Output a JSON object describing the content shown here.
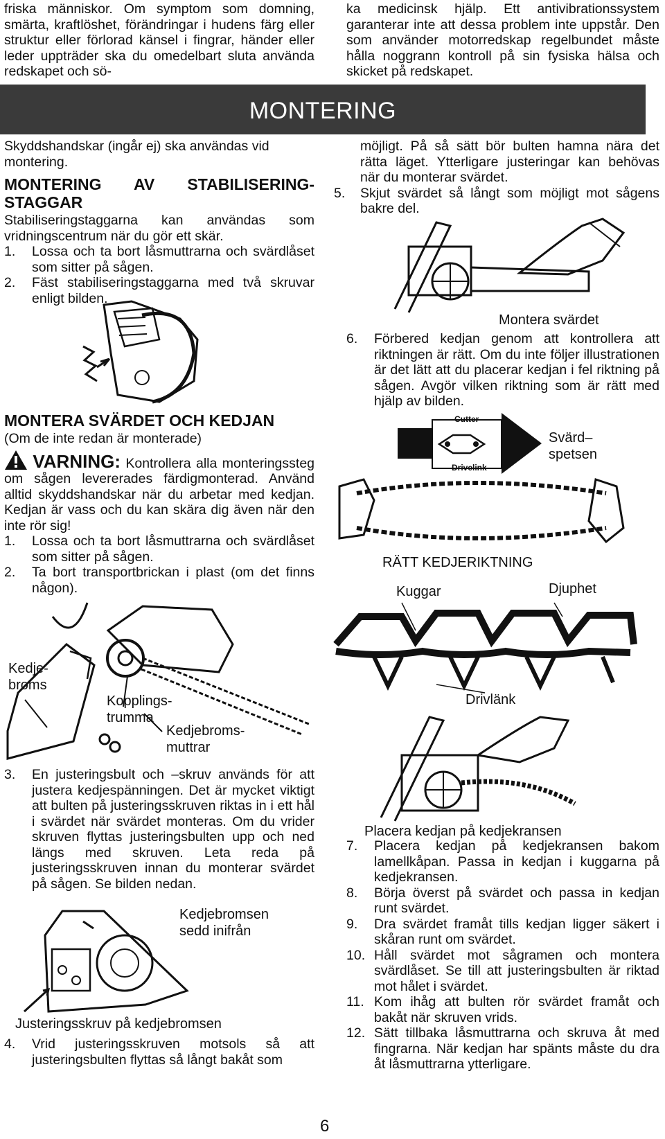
{
  "top": {
    "left_text": "friska människor. Om symptom som domning, smärta, kraftlöshet, förändringar i hudens färg eller struktur eller förlorad känsel i fingrar, händer eller leder uppträder ska du omedelbart sluta använda redskapet och sö-",
    "right_text": "ka medicinsk hjälp. Ett antivibrationssystem garanterar inte att dessa problem inte uppstår. Den som använder motorredskap regelbundet måste hålla noggrann kontroll på sin fysiska hälsa och skicket på redskapet."
  },
  "banner": {
    "title": "MONTERING"
  },
  "left": {
    "gloves_note": "Skyddshandskar (ingår ej) ska användas vid montering.",
    "stab_heading": "MONTERING AV STABILISERING- STAGGAR",
    "stab_intro": "Stabiliseringstaggarna kan användas som vridningscentrum när du gör ett skär.",
    "stab_steps": [
      {
        "n": "1.",
        "t": "Lossa och ta bort låsmuttrarna och svärdlåset som sitter på sågen."
      },
      {
        "n": "2.",
        "t": "Fäst stabiliseringstaggarna med två skruvar enligt bilden."
      }
    ],
    "bar_heading": "MONTERA SVÄRDET OCH KEDJAN",
    "bar_sub": "(Om de inte redan är monterade)",
    "warning_word": "VARNING:",
    "warning_text": "Kontrollera alla monteringssteg om sågen levererades färdigmonterad. Använd alltid skyddshandskar när du arbetar med kedjan. Kedjan är vass och du kan skära dig även när den inte rör sig!",
    "bar_steps": [
      {
        "n": "1.",
        "t": "Lossa och ta bort låsmuttrarna och svärdlåset som sitter på sågen."
      },
      {
        "n": "2.",
        "t": "Ta bort transportbrickan i plast (om det finns någon)."
      }
    ],
    "fig_labels": {
      "kedjebroms": "Kedje- broms",
      "kopplings": "Kopplings- trumma",
      "muttrar": "Kedjebroms- muttrar"
    },
    "step3": {
      "n": "3.",
      "t": "En justeringsbult och –skruv används för att justera kedjespänningen. Det är mycket viktigt att bulten på justeringsskruven riktas in i ett hål i svärdet när svärdet monteras. Om du vrider skruven flyttas justeringsbulten upp och ned längs med skruven. Leta reda på justeringsskruven innan du monterar svärdet på sågen. Se bilden nedan."
    },
    "brake_label": "Kedjebromsen sedd inifrån",
    "screw_caption": "Justeringsskruv på kedjebromsen",
    "step4": {
      "n": "4.",
      "t": "Vrid justeringsskruven motsols så att justeringsbulten flyttas så långt bakåt som"
    }
  },
  "right": {
    "cont_text": "möjligt. På så sätt bör bulten hamna nära det rätta läget. Ytterligare justeringar kan behövas när du monterar svärdet.",
    "step5": {
      "n": "5.",
      "t": "Skjut svärdet så långt som möjligt mot sågens bakre del."
    },
    "fig1_caption": "Montera svärdet",
    "step6": {
      "n": "6.",
      "t": "Förbered kedjan genom att kontrollera att riktningen är rätt. Om du inte följer illustrationen är det lätt att du placerar kedjan i fel riktning på sågen. Avgör vilken riktning som är rätt med hjälp av bilden."
    },
    "cutter_label": "Cutter",
    "drivelink_label": "Drivelink",
    "tip_label": "Svärd– spetsen",
    "direction_caption": "RÄTT KEDJERIKTNING",
    "kuggar_label": "Kuggar",
    "djuphet_label": "Djuphet",
    "drivlank_label": "Drivlänk",
    "fig_place_caption": "Placera kedjan på kedjekransen",
    "steps": [
      {
        "n": "7.",
        "t": "Placera kedjan på kedjekransen bakom lamellkåpan. Passa in kedjan i kuggarna på kedjekransen."
      },
      {
        "n": "8.",
        "t": "Börja överst på svärdet och passa in kedjan runt svärdet."
      },
      {
        "n": "9.",
        "t": "Dra svärdet framåt tills kedjan ligger säkert i skåran runt om svärdet."
      },
      {
        "n": "10.",
        "t": "Håll svärdet mot sågramen och montera svärdlåset. Se till att justeringsbulten är riktad mot hålet i svärdet."
      },
      {
        "n": "11.",
        "t": "Kom ihåg att bulten rör svärdet framåt och bakåt när skruven vrids."
      },
      {
        "n": "12.",
        "t": "Sätt tillbaka låsmuttrarna och skruva åt med fingrarna. När kedjan har spänts måste du dra åt låsmuttrarna ytterligare."
      }
    ]
  },
  "page_number": "6"
}
